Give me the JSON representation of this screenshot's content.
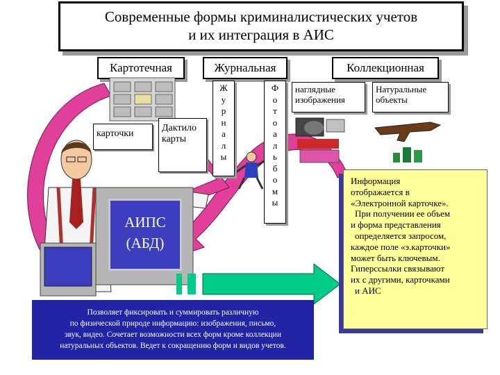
{
  "title": {
    "line1": "Современные формы криминалистических учетов",
    "line2": "и их интеграция в АИС"
  },
  "categories": {
    "card": "Картотечная",
    "journal": "Журнальная",
    "collection": "Коллекционная"
  },
  "card_items": {
    "cards": "карточки",
    "dactylo_line1": "Дактило",
    "dactylo_line2": "карты"
  },
  "journal_columns": {
    "left": [
      "Ж",
      "у",
      "р",
      "н",
      "а",
      "л",
      "ы"
    ],
    "right": [
      "Ф",
      "о",
      "т",
      "о",
      "а",
      "л",
      "ь",
      "б",
      "о",
      "м",
      "ы"
    ]
  },
  "collection_items": {
    "visual_line1": "наглядные",
    "visual_line2": "изображения",
    "natural_line1": "Натуральные",
    "natural_line2": "объекты"
  },
  "screen": {
    "line1": "АИПС",
    "line2": "(АБД)"
  },
  "blue_text": {
    "line1": "Позволяет фиксировать и суммировать различную",
    "line2": "по физической природе информацию: изображения, письмо,",
    "line3": "звук, видео. Сочетает возможности всех форм кроме коллекции",
    "line4": "натуральных объектов. Ведет к сокращению форм и видов учетов."
  },
  "info_text": {
    "l1": "Информация",
    "l2": "отображается в",
    "l3": "«Электронной карточке».",
    "l4": "При получении ее объем",
    "l5": "и форма представления",
    "l6": "определяется запросом,",
    "l7": "каждое поле «э.карточки»",
    "l8": "может быть ключевым.",
    "l9": "Гиперссылки связывают",
    "l10": "их с другими, карточками",
    "l11": "и АИС"
  },
  "colors": {
    "arrow_magenta": "#e0409a",
    "arrow_green": "#00cc88",
    "info_bg": "#ffff99",
    "blue_panel": "#2323a6",
    "screen": "#3d3dbf"
  }
}
